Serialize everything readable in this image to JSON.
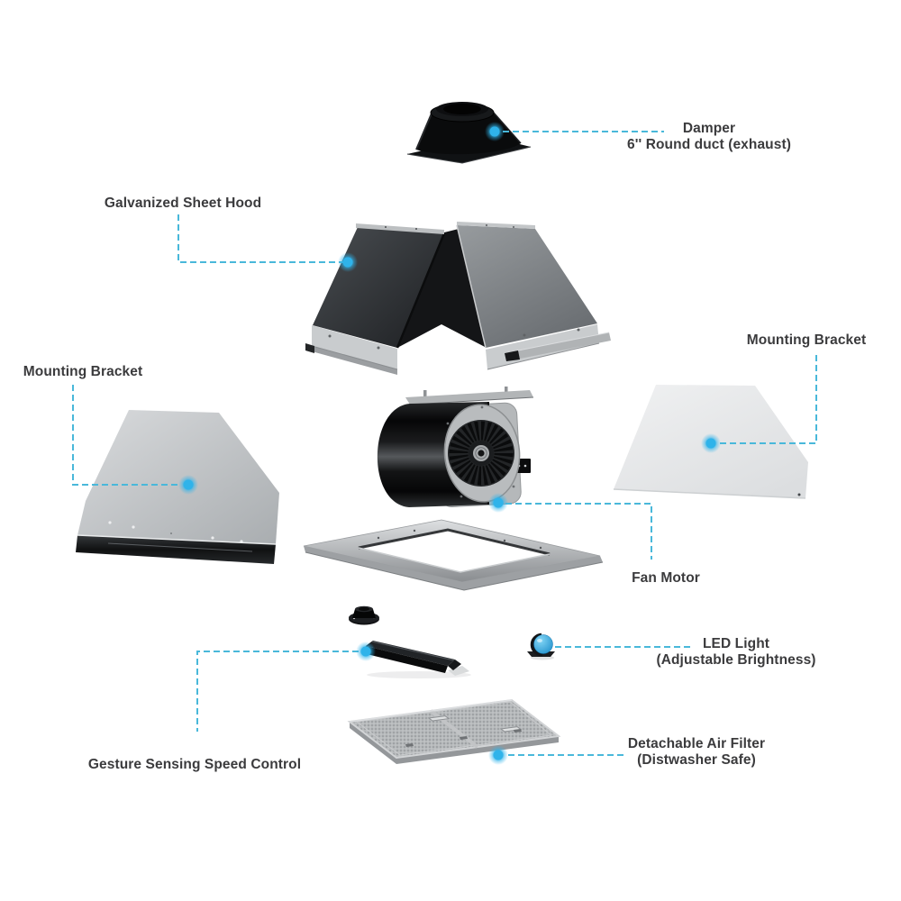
{
  "diagram": {
    "colors": {
      "background": "#ffffff",
      "text": "#3b3b3d",
      "leader_line": "#49b8da",
      "dot": "#2fb3ea",
      "led_blue": "#2aa9e0"
    },
    "labels": {
      "damper": {
        "line1": "Damper",
        "line2": "6'' Round duct (exhaust)"
      },
      "hood": {
        "line1": "Galvanized Sheet Hood"
      },
      "mounting_bracket_left": {
        "line1": "Mounting Bracket"
      },
      "mounting_bracket_right": {
        "line1": "Mounting Bracket"
      },
      "fan_motor": {
        "line1": "Fan Motor"
      },
      "led_light": {
        "line1": "LED Light",
        "line2": "(Adjustable Brightness)"
      },
      "gesture_control": {
        "line1": "Gesture Sensing Speed Control"
      },
      "air_filter": {
        "line1": "Detachable Air Filter",
        "line2": "(Distwasher Safe)"
      }
    },
    "parts": [
      {
        "name": "damper",
        "icon": "damper-part"
      },
      {
        "name": "galvanized-sheet-hood",
        "icon": "hood-part"
      },
      {
        "name": "mounting-bracket-left",
        "icon": "bracket-part"
      },
      {
        "name": "mounting-bracket-right",
        "icon": "bracket-part"
      },
      {
        "name": "fan-motor",
        "icon": "blower-part"
      },
      {
        "name": "base-frame",
        "icon": "frame-part"
      },
      {
        "name": "gesture-sensor-knob",
        "icon": "knob-part"
      },
      {
        "name": "speed-control-bar",
        "icon": "control-bar-part"
      },
      {
        "name": "led-light",
        "icon": "led-part"
      },
      {
        "name": "air-filter",
        "icon": "filter-part"
      }
    ]
  }
}
